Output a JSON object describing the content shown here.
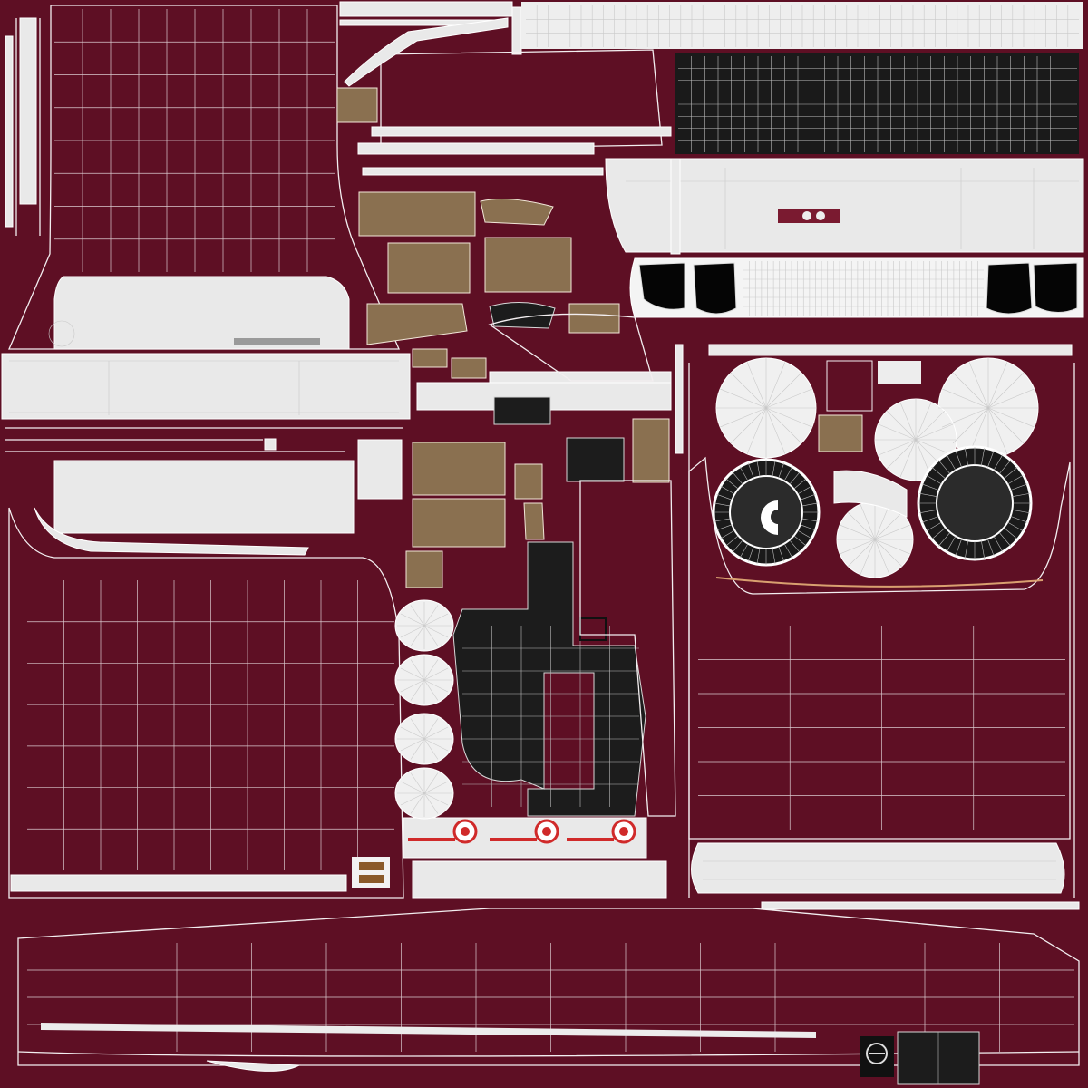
{
  "texture": {
    "colors": {
      "background": "#5e0f24",
      "wire": "#f3eef0",
      "gray": "#e9e9e9",
      "tan": "#8a7050",
      "black": "#1c1c1c",
      "red_accent": "#d02a2a"
    },
    "islands": [
      {
        "name": "roof-panel",
        "material": "red"
      },
      {
        "name": "hood-panel",
        "material": "red"
      },
      {
        "name": "trunk-panel",
        "material": "red"
      },
      {
        "name": "side-body-panel",
        "material": "red"
      },
      {
        "name": "front-grille",
        "material": "black"
      },
      {
        "name": "headlights",
        "material": "black"
      },
      {
        "name": "tires",
        "material": "black"
      },
      {
        "name": "wheel-rims",
        "material": "gray"
      },
      {
        "name": "bumpers",
        "material": "gray"
      },
      {
        "name": "interior-seats",
        "material": "tan"
      },
      {
        "name": "interior-floor",
        "material": "black"
      },
      {
        "name": "tail-lights",
        "material": "red"
      },
      {
        "name": "emblem-badge",
        "material": "gray"
      }
    ]
  }
}
